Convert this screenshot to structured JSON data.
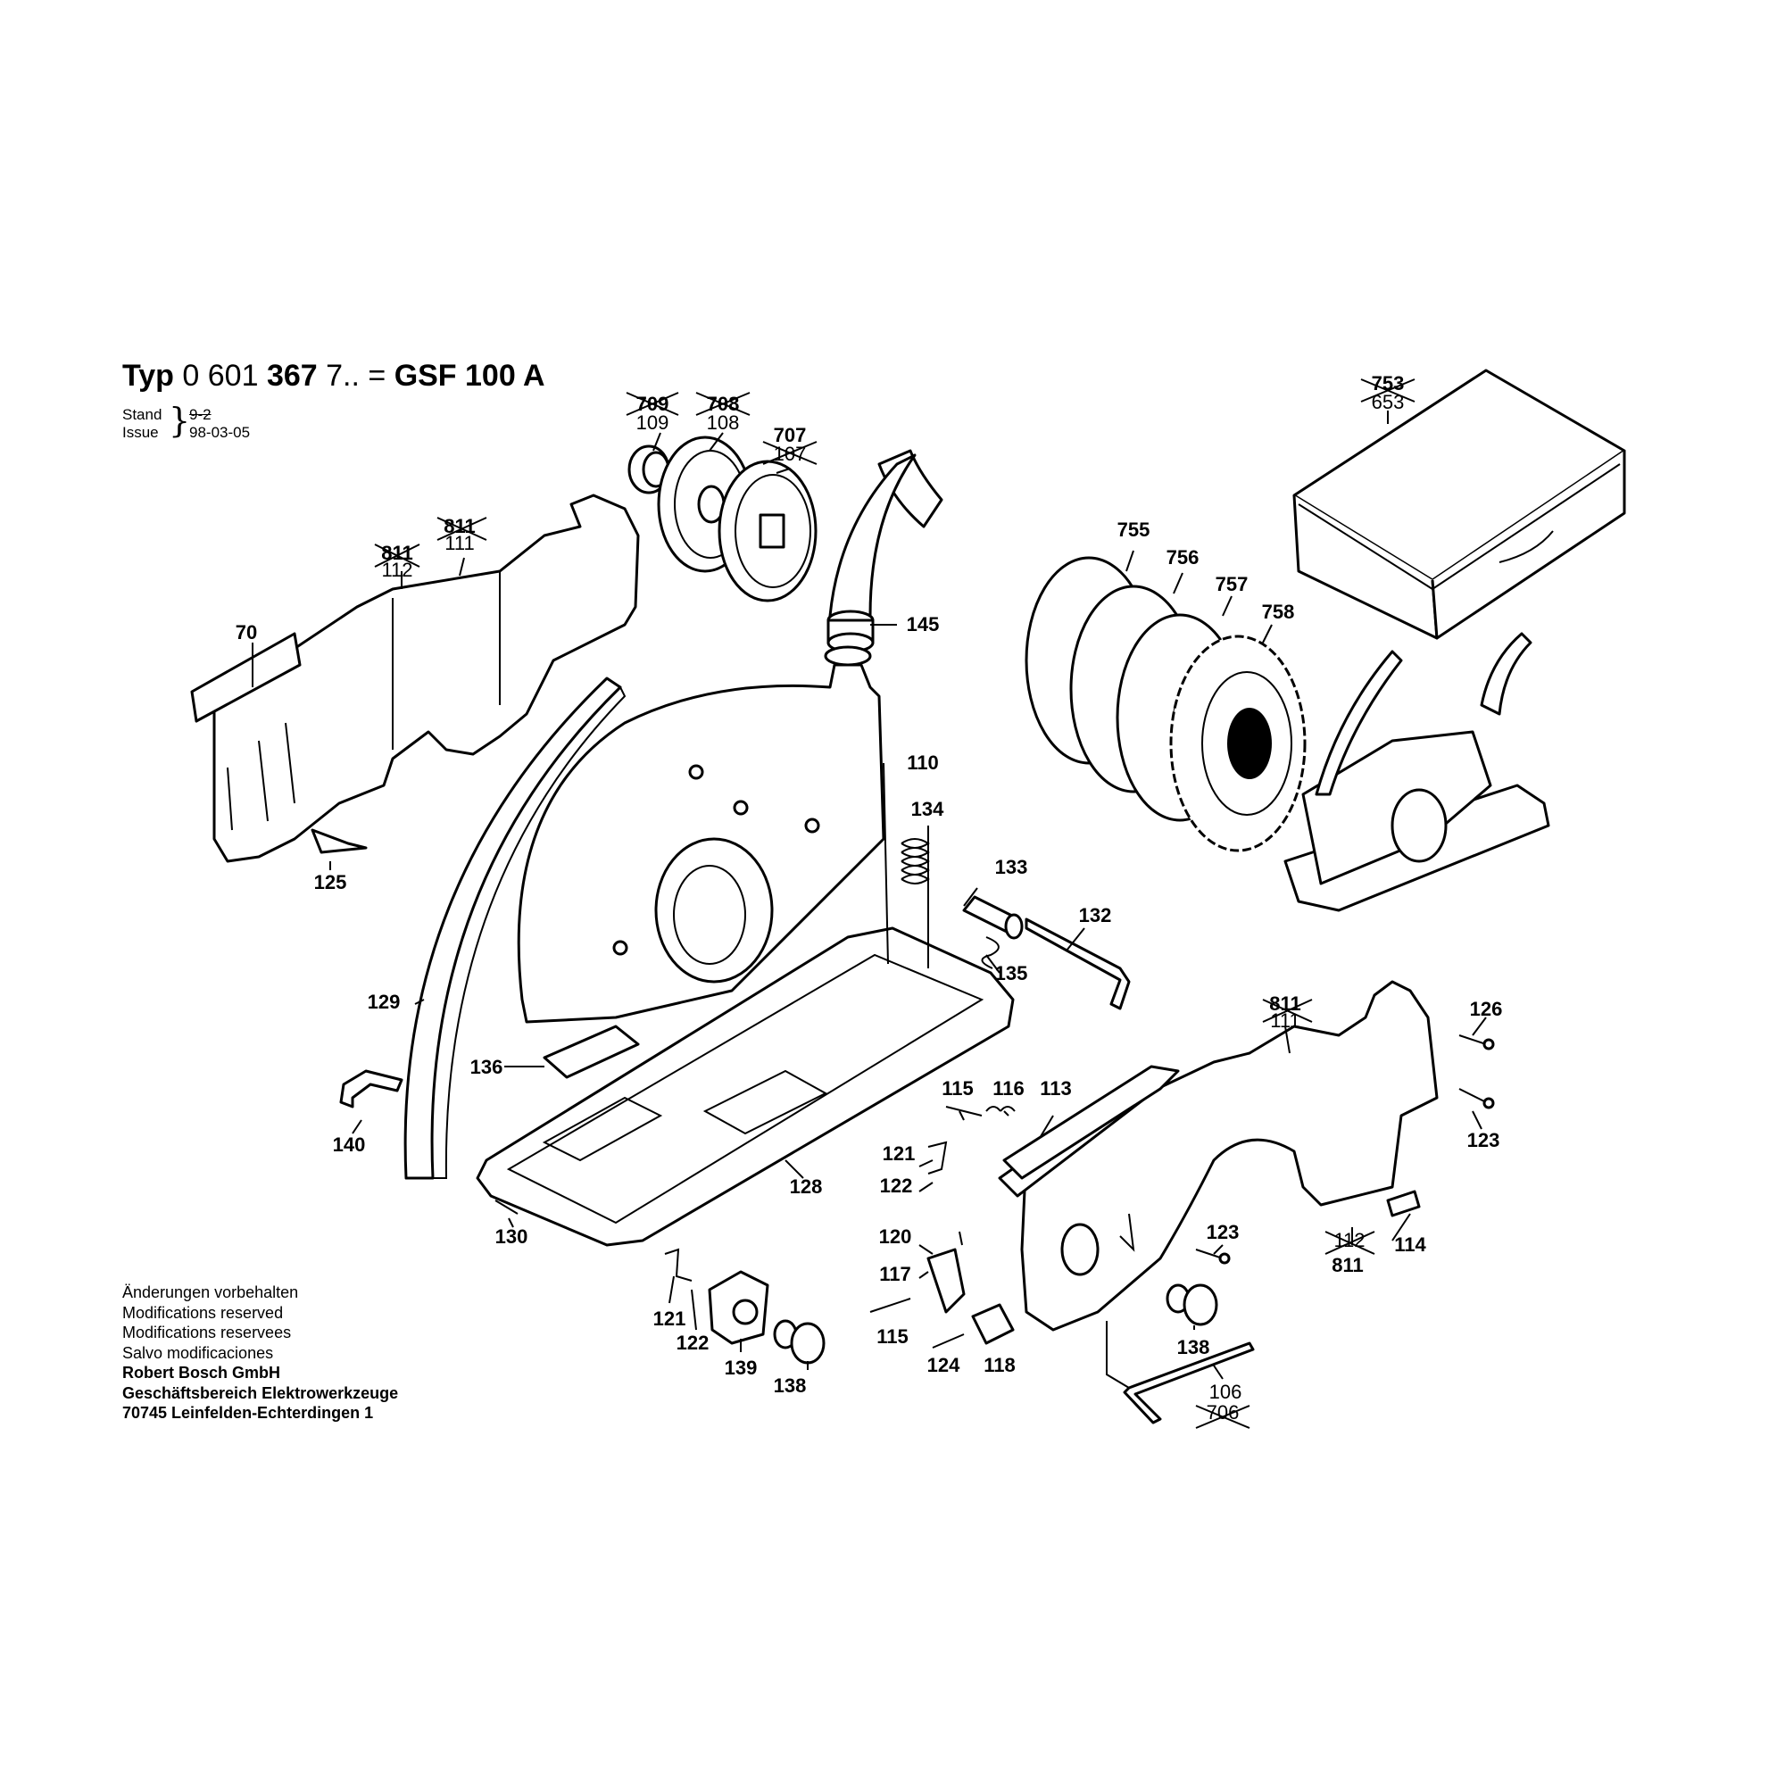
{
  "header": {
    "typ_label": "Typ",
    "part_number_main": "0 601",
    "part_number_bold": "367",
    "part_number_suffix": "7.. =",
    "model": "GSF 100 A",
    "stand_label": "Stand",
    "issue_label": "Issue",
    "stand_value": "9-2",
    "issue_value": "98-03-05"
  },
  "footer": {
    "line1": "Änderungen vorbehalten",
    "line2": "Modifications reserved",
    "line3": "Modifications reservees",
    "line4": "Salvo modificaciones",
    "company": "Robert Bosch GmbH",
    "division": "Geschäftsbereich Elektrowerkzeuge",
    "address": "70745 Leinfelden-Echterdingen 1"
  },
  "callouts": {
    "c709": "709",
    "c109": "109",
    "c708": "708",
    "c108": "108",
    "c707": "707",
    "c107": "107",
    "c753": "753",
    "c653": "653",
    "c811a": "811",
    "c112a": "112",
    "c811b": "811",
    "c111a": "111",
    "c70": "70",
    "c125": "125",
    "c145": "145",
    "c110": "110",
    "c755": "755",
    "c756": "756",
    "c757": "757",
    "c758": "758",
    "c134": "134",
    "c133": "133",
    "c132": "132",
    "c135": "135",
    "c129": "129",
    "c136": "136",
    "c140": "140",
    "c128": "128",
    "c130": "130",
    "c811c": "811",
    "c111b": "111",
    "c126": "126",
    "c123a": "123",
    "c115a": "115",
    "c116": "116",
    "c113": "113",
    "c121a": "121",
    "c122a": "122",
    "c120": "120",
    "c117": "117",
    "c115b": "115",
    "c124": "124",
    "c118": "118",
    "c123b": "123",
    "c112b": "112",
    "c811d": "811",
    "c114": "114",
    "c121b": "121",
    "c122b": "122",
    "c139": "139",
    "c138a": "138",
    "c138b": "138",
    "c106": "106",
    "c706": "706"
  }
}
